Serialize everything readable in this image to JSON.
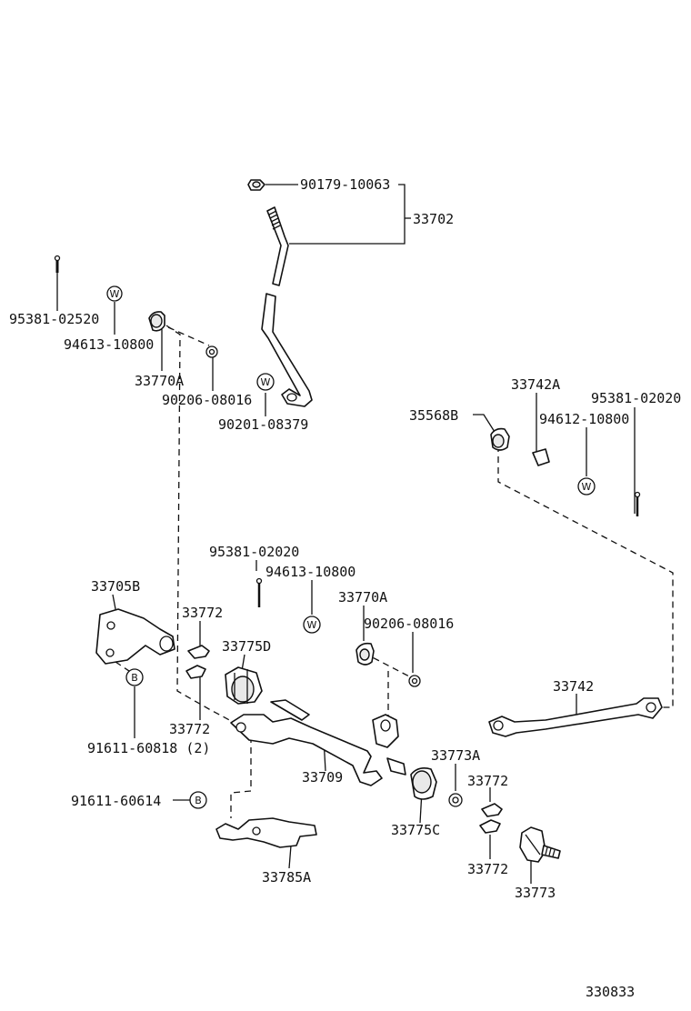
{
  "labels": {
    "p90179_10063": "90179-10063",
    "p33702": "33702",
    "p95381_02520": "95381-02520",
    "p94613_10800_top": "94613-10800",
    "p33770A_top": "33770A",
    "p90206_08016_top": "90206-08016",
    "p90201_08379": "90201-08379",
    "p33742A": "33742A",
    "p95381_02020_right": "95381-02020",
    "p35568B": "35568B",
    "p94612_10800": "94612-10800",
    "p95381_02020_mid": "95381-02020",
    "p94613_10800_mid": "94613-10800",
    "p33705B": "33705B",
    "p33770A_mid": "33770A",
    "p33772_a": "33772",
    "p90206_08016_mid": "90206-08016",
    "p33775D": "33775D",
    "p33742": "33742",
    "p33772_b": "33772",
    "p91611_60818": "91611-60818 (2)",
    "p33709": "33709",
    "p33773A": "33773A",
    "p33772_c": "33772",
    "p91611_60614": "91611-60614",
    "p33775C": "33775C",
    "p33785A": "33785A",
    "p33772_d": "33772",
    "p33773": "33773",
    "diagram_number": "330833"
  },
  "symbols": {
    "washer_mark": "W",
    "bolt_mark": "B"
  }
}
